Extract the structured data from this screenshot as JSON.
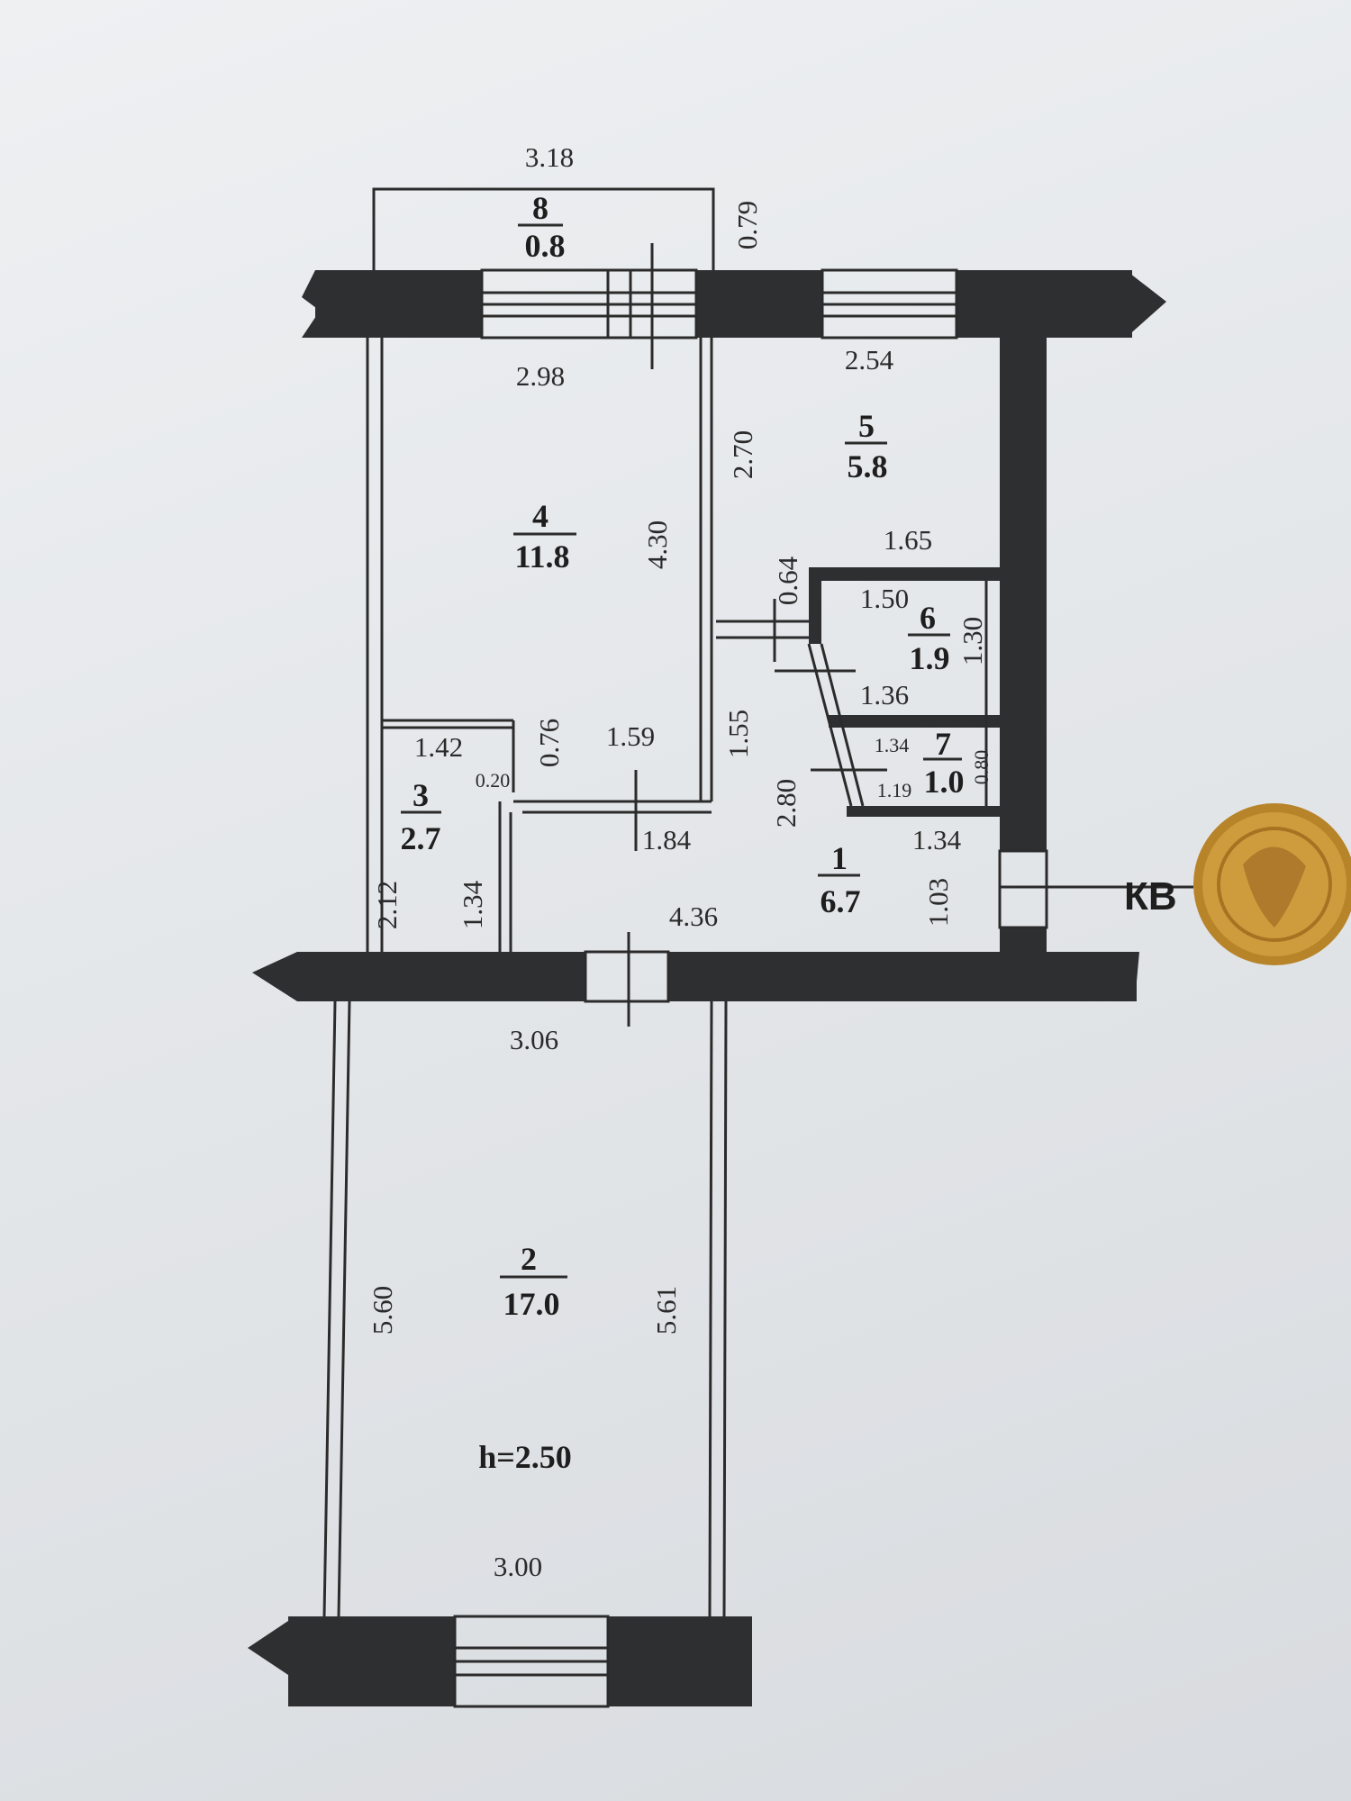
{
  "rooms": [
    {
      "number": "1",
      "area": "6.7"
    },
    {
      "number": "2",
      "area": "17.0"
    },
    {
      "number": "3",
      "area": "2.7"
    },
    {
      "number": "4",
      "area": "11.8"
    },
    {
      "number": "5",
      "area": "5.8"
    },
    {
      "number": "6",
      "area": "1.9"
    },
    {
      "number": "7",
      "area": "1.0"
    },
    {
      "number": "8",
      "area": "0.8"
    }
  ],
  "dimensions": {
    "d318": "3.18",
    "d079": "0.79",
    "d298": "2.98",
    "d254": "2.54",
    "d270": "2.70",
    "d430": "4.30",
    "d165": "1.65",
    "d064": "0.64",
    "d150": "1.50",
    "d130": "1.30",
    "d136": "1.36",
    "d142": "1.42",
    "d076": "0.76",
    "d159": "1.59",
    "d155": "1.55",
    "d020": "0.20",
    "d134a": "1.34",
    "d080": "0.80",
    "d119": "1.19",
    "d280": "2.80",
    "d184": "1.84",
    "d134b": "1.34",
    "d212": "2.12",
    "d134c": "1.34",
    "d436": "4.36",
    "d103": "1.03",
    "d306": "3.06",
    "d560": "5.60",
    "d561": "5.61",
    "d300": "3.00"
  },
  "ceiling_height": "h=2.50",
  "entrance_label": "КВ"
}
